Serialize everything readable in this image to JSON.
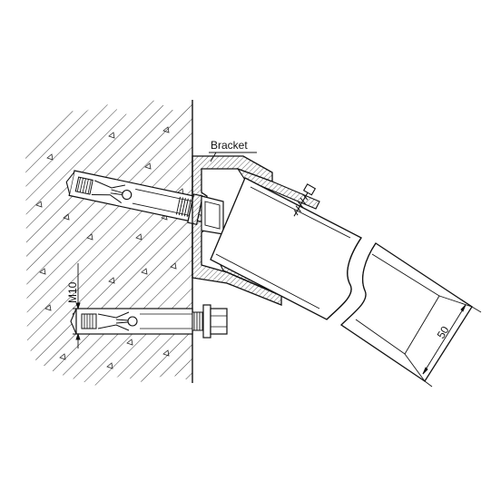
{
  "labels": {
    "bracket": "Bracket",
    "bolt_size": "M10",
    "profile_width": "50"
  },
  "colors": {
    "ink": "#1a1a1a",
    "background": "#ffffff"
  }
}
